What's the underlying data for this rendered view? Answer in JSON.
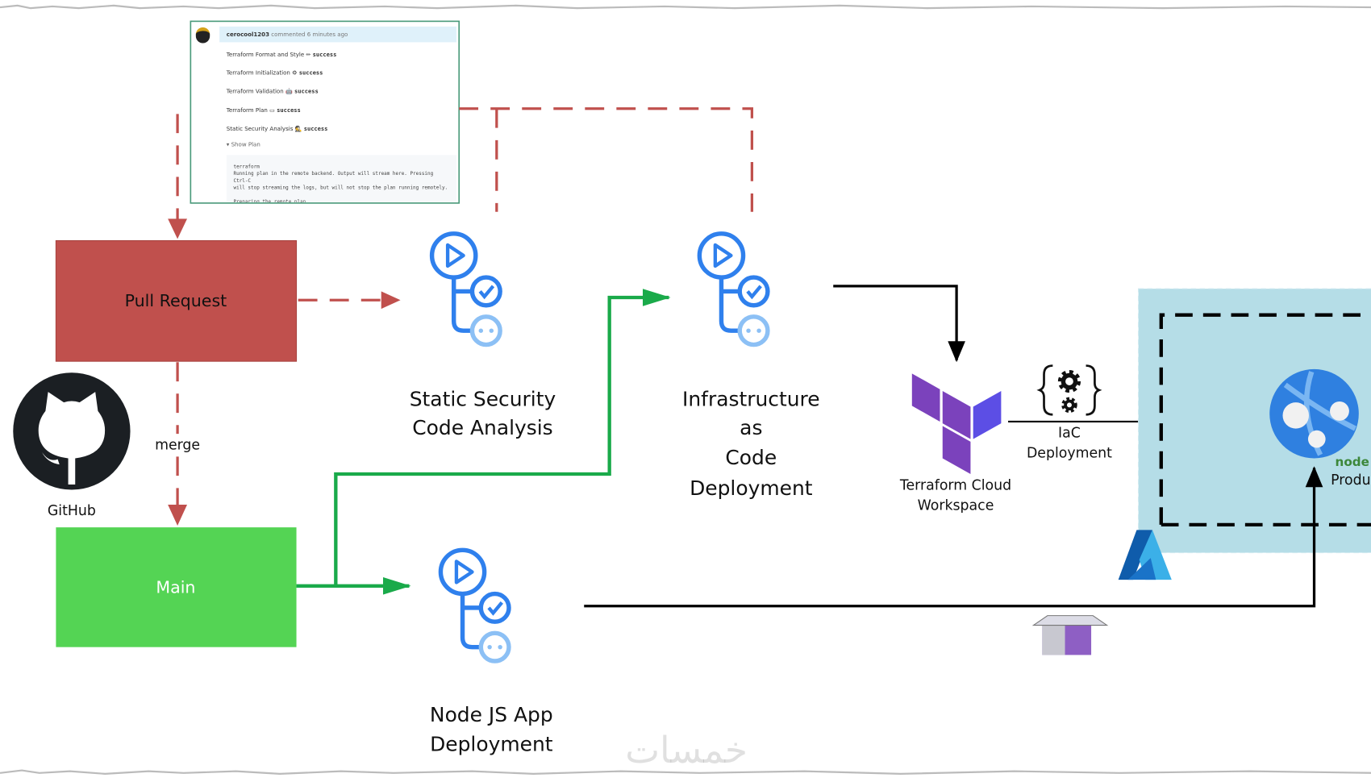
{
  "comment": {
    "author": "cerocool1203",
    "meta": "commented 6 minutes ago",
    "checks": [
      {
        "label": "Terraform Format and Style",
        "icon": "pencil-icon",
        "status": "success"
      },
      {
        "label": "Terraform Initialization",
        "icon": "gear-icon",
        "status": "success"
      },
      {
        "label": "Terraform Validation",
        "icon": "robot-icon",
        "status": "success"
      },
      {
        "label": "Terraform Plan",
        "icon": "monitor-icon",
        "status": "success"
      },
      {
        "label": "Static Security Analysis",
        "icon": "detective-icon",
        "status": "success"
      }
    ],
    "show_plan": "▾ Show Plan",
    "plan_output": "terraform\nRunning plan in the remote backend. Output will stream here. Pressing Ctrl-C\nwill stop streaming the logs, but will not stop the plan running remotely.\n\nPreparing the remote plan..."
  },
  "nodes": {
    "pull_request": "Pull Request",
    "main": "Main",
    "merge": "merge",
    "github": "GitHub",
    "static_security": [
      "Static Security",
      "Code Analysis"
    ],
    "iac": [
      "Infrastructure",
      "as",
      "Code",
      "Deployment"
    ],
    "node_app": [
      "Node JS App",
      "Deployment"
    ],
    "terraform": [
      "Terraform Cloud",
      "Workspace"
    ],
    "iac_deploy": [
      "IaC",
      "Deployment"
    ],
    "node_logo": "node",
    "production": "Produ"
  },
  "watermark": "خمسات",
  "colors": {
    "pull_request": "#c0504d",
    "main": "#54d454",
    "green_arrow": "#1aaa4a",
    "workflow_blue": "#2f80ed",
    "azure_region": "#b5dde7",
    "terraform_purple": "#7b42bc"
  }
}
